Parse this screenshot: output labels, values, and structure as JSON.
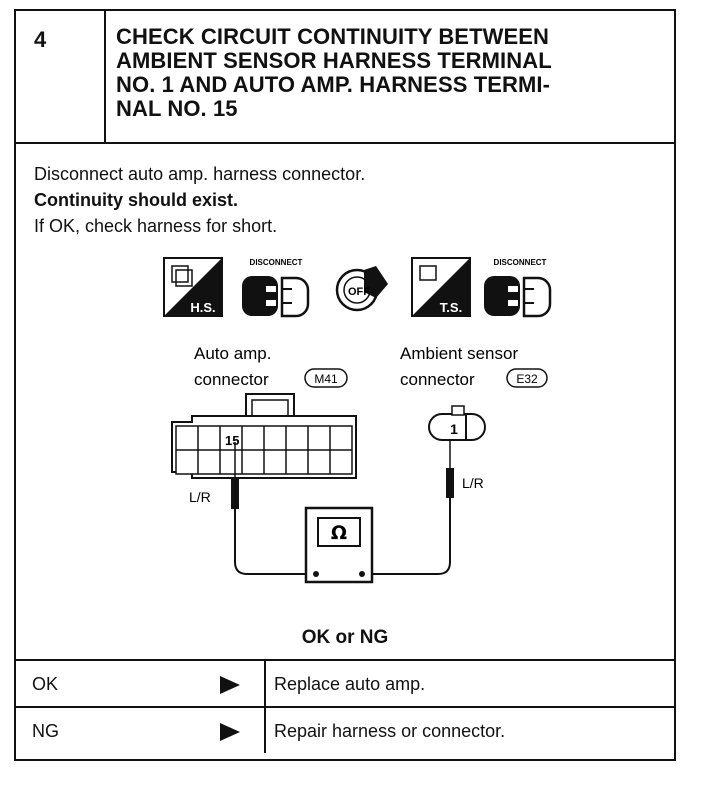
{
  "header": {
    "step_number": "4",
    "title_lines": [
      "CHECK CIRCUIT CONTINUITY BETWEEN",
      "AMBIENT SENSOR HARNESS TERMINAL",
      "NO. 1 AND AUTO AMP. HARNESS TERMI-",
      "NAL NO. 15"
    ]
  },
  "instructions": {
    "line1": "Disconnect auto amp. harness connector.",
    "line2": "Continuity should exist.",
    "line3": "If OK, check harness for short."
  },
  "diagram": {
    "icons": {
      "hs_label": "H.S.",
      "ts_label": "T.S.",
      "disconnect_label": "DISCONNECT",
      "ignition_label": "OFF"
    },
    "left_connector": {
      "label_line1": "Auto amp.",
      "label_line2": "connector",
      "code": "M41",
      "terminal": "15",
      "wire": "L/R"
    },
    "right_connector": {
      "label_line1": "Ambient sensor",
      "label_line2": "connector",
      "code": "E32",
      "terminal": "1",
      "wire": "L/R"
    },
    "meter_symbol": "Ω"
  },
  "result_heading": "OK or NG",
  "results": [
    {
      "key": "OK",
      "action": "Replace auto amp."
    },
    {
      "key": "NG",
      "action": "Repair harness or connector."
    }
  ]
}
